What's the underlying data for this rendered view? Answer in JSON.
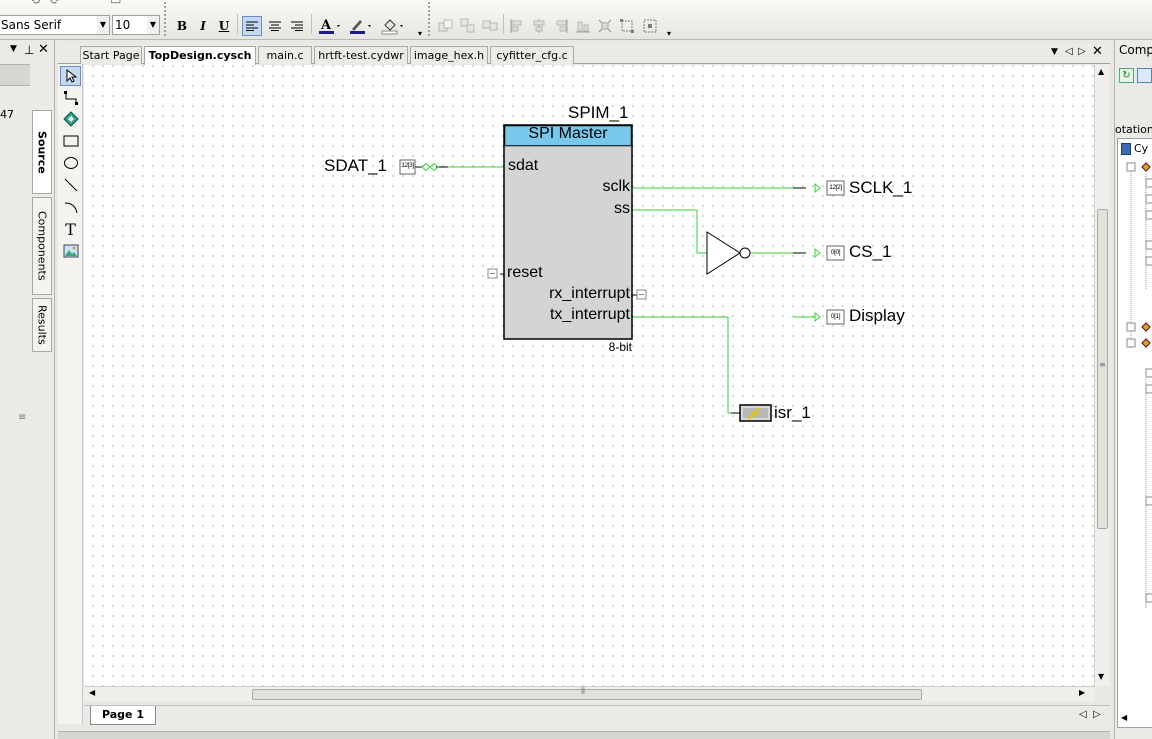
{
  "toolbar": {
    "font_family": "Sans Serif",
    "font_size": "10",
    "bold": "B",
    "italic": "I",
    "underline": "U"
  },
  "left_panel": {
    "pin_icon": "pin-icon",
    "close_icon": "close-icon",
    "tabs": [
      "Source",
      "Components",
      "Results"
    ],
    "number_fragment": "47"
  },
  "tabs": [
    {
      "label": "Start Page",
      "active": false
    },
    {
      "label": "TopDesign.cysch",
      "active": true
    },
    {
      "label": "main.c",
      "active": false
    },
    {
      "label": "hrtft-test.cydwr",
      "active": false
    },
    {
      "label": "image_hex.h",
      "active": false
    },
    {
      "label": "cyfitter_cfg.c",
      "active": false
    }
  ],
  "schematic": {
    "component": {
      "instance_name": "SPIM_1",
      "title": "SPI Master",
      "pins": {
        "sdat": "sdat",
        "sclk": "sclk",
        "ss": "ss",
        "reset": "reset",
        "rx_interrupt": "rx_interrupt",
        "tx_interrupt": "tx_interrupt"
      },
      "footer": "8-bit"
    },
    "ports": {
      "sdat": {
        "name": "SDAT_1",
        "tag": "12[3]"
      },
      "sclk": {
        "name": "SCLK_1",
        "tag": "12[2]"
      },
      "cs": {
        "name": "CS_1",
        "tag": "0[0]"
      },
      "display": {
        "name": "Display",
        "tag": "0[1]"
      }
    },
    "isr": {
      "name": "isr_1"
    },
    "wire_color": "#35d335"
  },
  "page_tab": "Page 1",
  "right_panel": {
    "header": "Comp",
    "sub_header": "otation",
    "tree_item": "Cy"
  }
}
